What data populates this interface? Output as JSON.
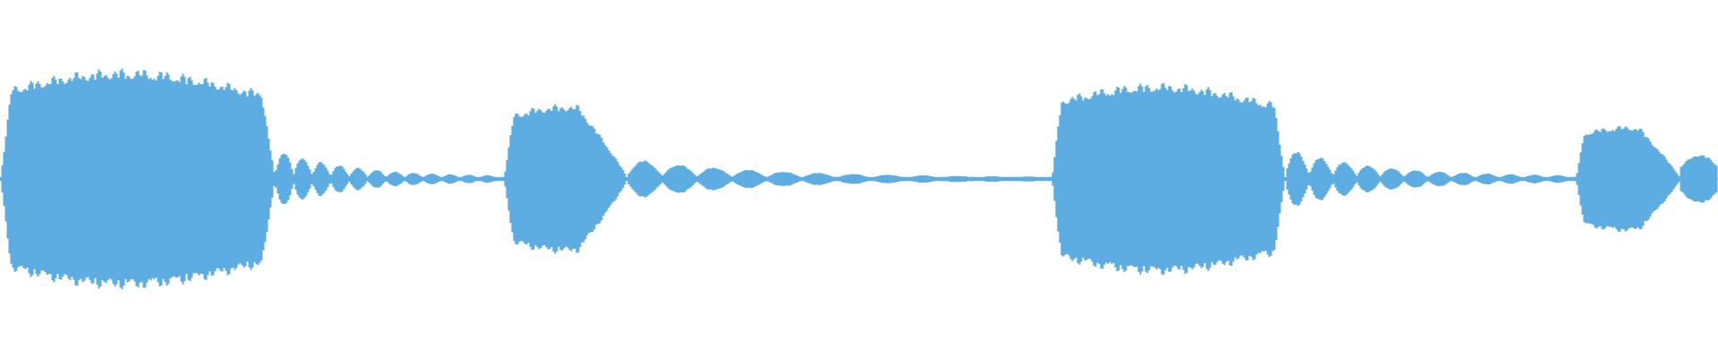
{
  "waveform": {
    "color": "#5dade2",
    "background": "#ffffff",
    "segments": [
      {
        "start": 0.0,
        "end": 0.16,
        "peak": 0.62,
        "shape": "loud"
      },
      {
        "start": 0.16,
        "end": 0.29,
        "peak": 0.18,
        "shape": "ripple"
      },
      {
        "start": 0.293,
        "end": 0.365,
        "peak": 0.42,
        "shape": "bell"
      },
      {
        "start": 0.365,
        "end": 0.61,
        "peak": 0.12,
        "shape": "ripple"
      },
      {
        "start": 0.612,
        "end": 0.748,
        "peak": 0.54,
        "shape": "loud"
      },
      {
        "start": 0.748,
        "end": 0.915,
        "peak": 0.18,
        "shape": "ripple"
      },
      {
        "start": 0.917,
        "end": 0.978,
        "peak": 0.3,
        "shape": "bell"
      },
      {
        "start": 0.978,
        "end": 1.0,
        "peak": 0.14,
        "shape": "tail"
      }
    ]
  }
}
